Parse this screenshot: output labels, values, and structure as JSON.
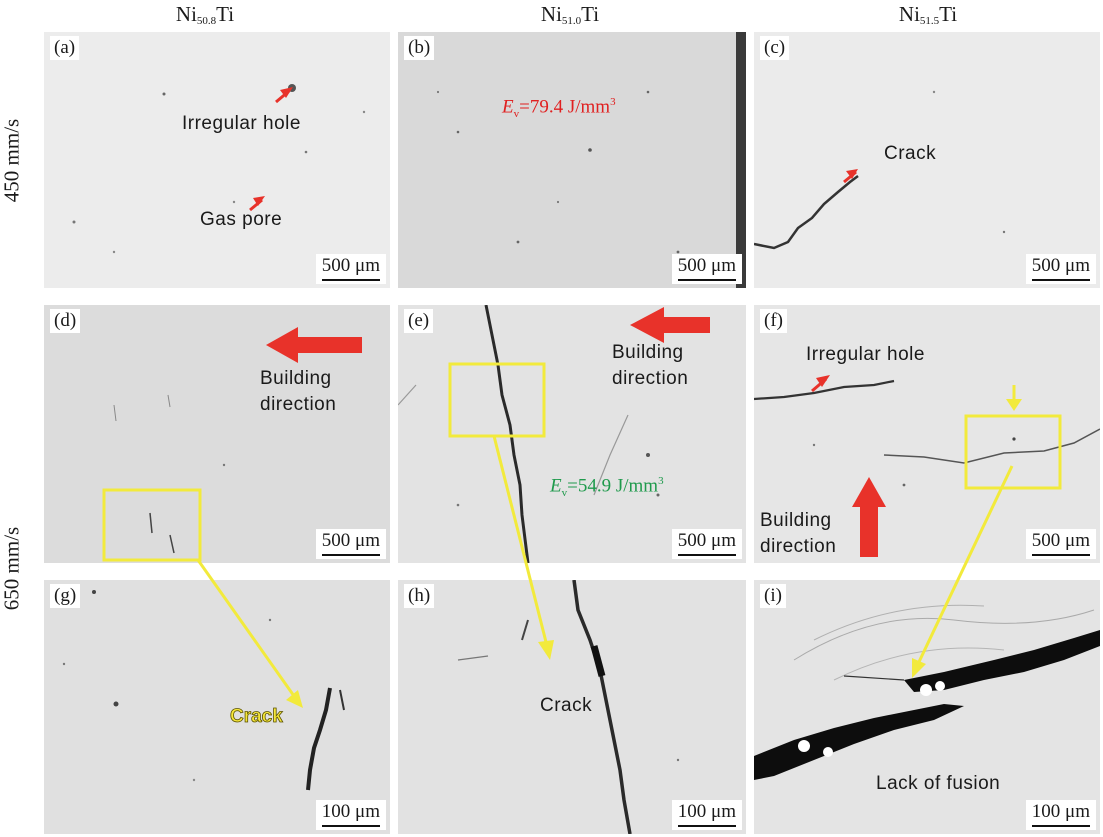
{
  "columns": [
    {
      "base": "Ni",
      "sub": "50.8",
      "suffix": "Ti"
    },
    {
      "base": "Ni",
      "sub": "51.0",
      "suffix": "Ti"
    },
    {
      "base": "Ni",
      "sub": "51.5",
      "suffix": "Ti"
    }
  ],
  "rows": [
    "450 mm/s",
    "650 mm/s"
  ],
  "panels": {
    "a": {
      "label": "(a)",
      "scale": "500 μm",
      "notes": [
        "Irregular hole",
        "Gas pore"
      ]
    },
    "b": {
      "label": "(b)",
      "scale": "500 μm",
      "energy": {
        "symbol": "E",
        "sub": "v",
        "value": "=79.4 J/mm",
        "sup": "3"
      }
    },
    "c": {
      "label": "(c)",
      "scale": "500 μm",
      "notes": [
        "Crack"
      ]
    },
    "d": {
      "label": "(d)",
      "scale": "500 μm",
      "notes": [
        "Building",
        "direction"
      ]
    },
    "e": {
      "label": "(e)",
      "scale": "500 μm",
      "notes": [
        "Building",
        "direction"
      ],
      "energy": {
        "symbol": "E",
        "sub": "v",
        "value": "=54.9 J/mm",
        "sup": "3"
      }
    },
    "f": {
      "label": "(f)",
      "scale": "500 μm",
      "notes": [
        "Irregular hole",
        "Building",
        "direction"
      ]
    },
    "g": {
      "label": "(g)",
      "scale": "100 μm",
      "notes": [
        "Crack"
      ]
    },
    "h": {
      "label": "(h)",
      "scale": "100 μm",
      "notes": [
        "Crack"
      ]
    },
    "i": {
      "label": "(i)",
      "scale": "100 μm",
      "notes": [
        "Lack of fusion"
      ]
    }
  },
  "colors": {
    "arrow_red": "#e8322a",
    "box_yellow": "#f2ea3c",
    "energy_red": "#e02020",
    "energy_green": "#1f9a4c"
  }
}
